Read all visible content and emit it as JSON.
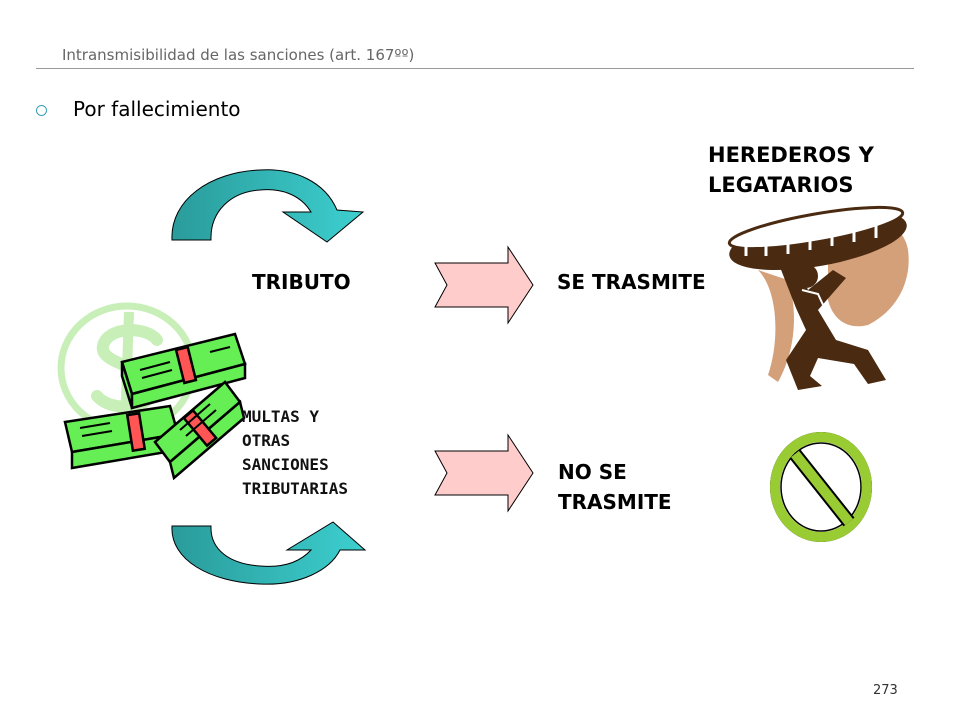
{
  "slide": {
    "title": "Intransmisibilidad de las sanciones (art. 167ºº)",
    "bullet": "Por fallecimiento",
    "page_number": "273"
  },
  "diagram": {
    "tributo_label": "TRIBUTO",
    "se_trasmite_label": "SE TRASMITE",
    "no_se_line1": "NO SE",
    "no_se_line2": "TRASMITE",
    "multas_lines": [
      "MULTAS Y",
      "OTRAS",
      "SANCIONES",
      "TRIBUTARIAS"
    ],
    "herederos_line1": "HEREDEROS Y",
    "herederos_line2": "LEGATARIOS"
  },
  "colors": {
    "teal_dark": "#2a9b9b",
    "teal_light": "#3dcfcf",
    "pink_arrow": "#ffcccc",
    "money_green": "#66ee55",
    "no_sign": "#99cc33",
    "figure_brown": "#4a2a10",
    "figure_tan": "#d4a07a"
  }
}
